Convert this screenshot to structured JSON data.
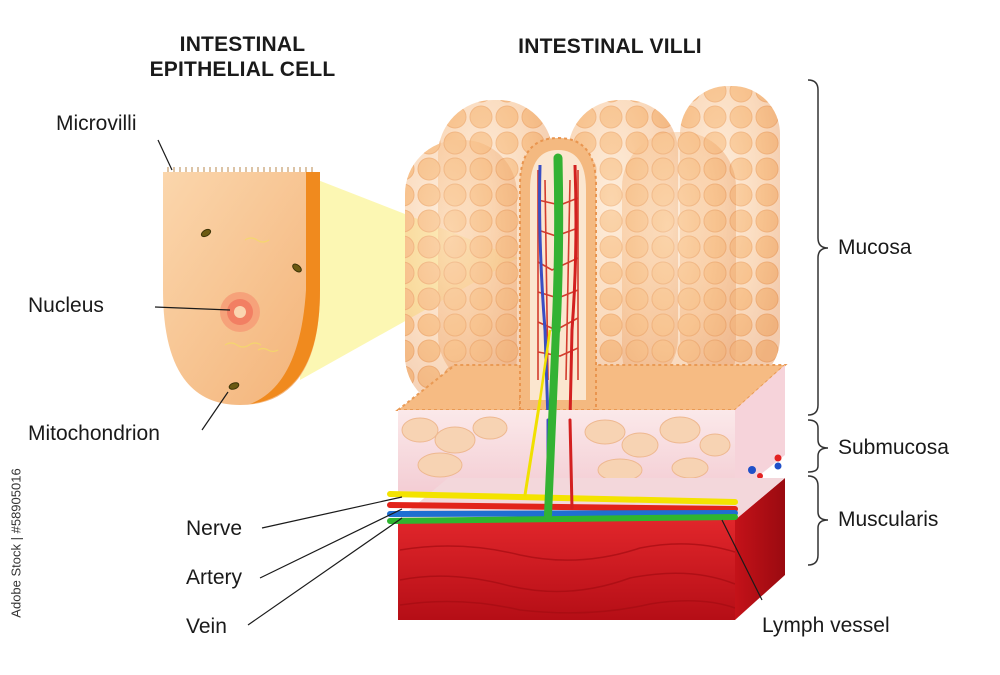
{
  "titles": {
    "cell_line1": "INTESTINAL",
    "cell_line2": "EPITHELIAL CELL",
    "villi": "INTESTINAL VILLI"
  },
  "cell_labels": {
    "microvilli": "Microvilli",
    "nucleus": "Nucleus",
    "mitochondrion": "Mitochondrion"
  },
  "vessel_labels": {
    "nerve": "Nerve",
    "artery": "Artery",
    "vein": "Vein",
    "lymph_vessel": "Lymph vessel"
  },
  "layer_labels": {
    "mucosa": "Mucosa",
    "submucosa": "Submucosa",
    "muscularis": "Muscularis"
  },
  "watermark": "Adobe Stock | #58905016",
  "colors": {
    "villus_fill": "#f7c290",
    "villus_shade": "#e9a56c",
    "cell_fill": "#f8c48c",
    "cell_border": "#f08a1e",
    "submucosa": "#f9e3e6",
    "muscle": "#d7191f",
    "nerve": "#f3e300",
    "artery": "#e2231a",
    "vein": "#1f6fd1",
    "lymph": "#2fb52f",
    "highlight": "#fbf6a6"
  }
}
